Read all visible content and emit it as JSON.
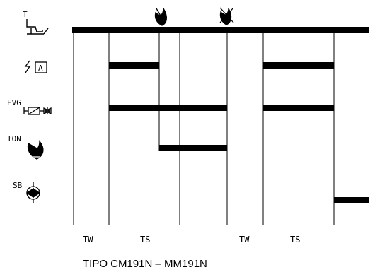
{
  "diagram": {
    "title": "TIPO CM191N – MM191N",
    "rows": {
      "thermostat": {
        "label": "T",
        "icon": "thermostat-switch-icon"
      },
      "ignition": {
        "label": "A",
        "icon": "ignition-transformer-icon"
      },
      "gas_valve": {
        "label": "EVG",
        "icon": "gas-valve-icon"
      },
      "ionization": {
        "label": "ION",
        "icon": "flame-ionization-icon"
      },
      "lockout": {
        "label": "SB",
        "icon": "lockout-lamp-icon"
      }
    },
    "header_icons": {
      "flame_present": "flame-present-icon",
      "flame_absent": "flame-absent-icon"
    },
    "phases": [
      "TW",
      "TS",
      "TW",
      "TS"
    ],
    "colors": {
      "line": "#000000",
      "background": "#ffffff"
    }
  }
}
